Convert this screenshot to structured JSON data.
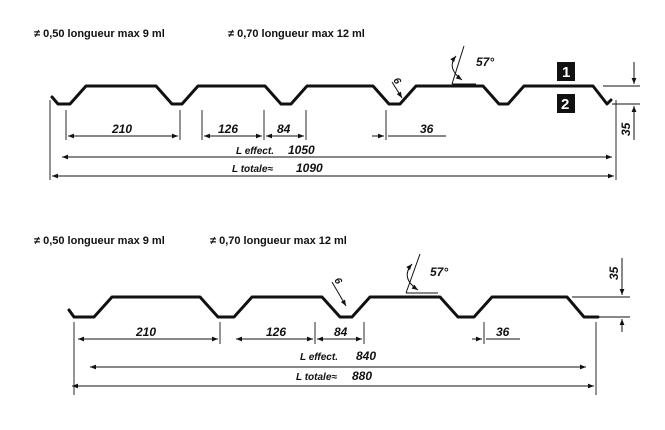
{
  "diagram_1": {
    "header_a": "≠ 0,50   longueur max 9 ml",
    "header_b": "≠ 0,70   longueur max 12 ml",
    "dim_210": "210",
    "dim_126": "126",
    "dim_84": "84",
    "dim_36": "36",
    "dim_6": "6",
    "dim_35": "35",
    "angle": "57°",
    "l_effect_label": "L effect.",
    "l_effect_value": "1050",
    "l_totale_label": "L totale≈",
    "l_totale_value": "1090",
    "badge_1": "1",
    "badge_2": "2"
  },
  "diagram_2": {
    "header_a": "≠ 0,50   longueur max 9 ml",
    "header_b": "≠ 0,70   longueur max 12 ml",
    "dim_210": "210",
    "dim_126": "126",
    "dim_84": "84",
    "dim_36": "36",
    "dim_6": "6",
    "dim_35": "35",
    "angle": "57°",
    "l_effect_label": "L effect.",
    "l_effect_value": "840",
    "l_totale_label": "L totale≈",
    "l_totale_value": "880"
  }
}
